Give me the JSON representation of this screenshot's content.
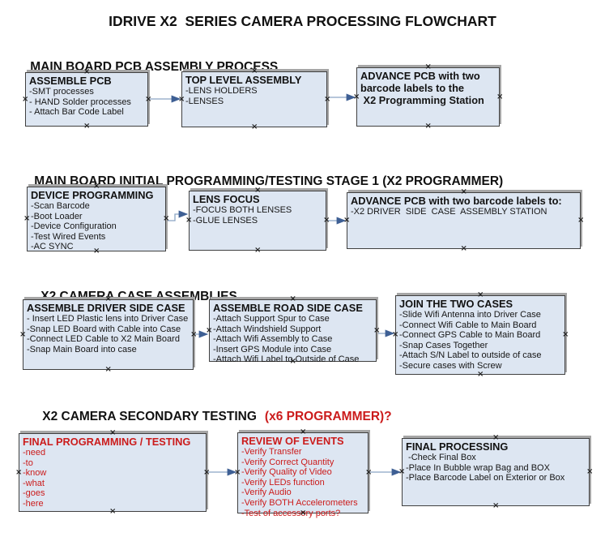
{
  "title": "IDRIVE X2  SERIES CAMERA PROCESSING FLOWCHART",
  "colors": {
    "box_fill": "#dde6f2",
    "box_border": "#404040",
    "arrow_line": "#8aa4c4",
    "arrow_head": "#3e5f94",
    "red_text": "#cb1b1b"
  },
  "sections": [
    {
      "heading": "MAIN BOARD PCB ASSEMBLY PROCESS",
      "boxes": [
        {
          "title": "ASSEMBLE PCB",
          "lines": [
            "-SMT processes",
            "- HAND Solder processes",
            "- Attach Bar Code Label"
          ]
        },
        {
          "title": "TOP LEVEL ASSEMBLY",
          "lines": [
            "-LENS HOLDERS",
            "-LENSES"
          ]
        },
        {
          "title": "ADVANCE PCB with two barcode labels to the",
          "lines": [
            " X2 Programming Station"
          ]
        }
      ]
    },
    {
      "heading": "MAIN BOARD INITIAL PROGRAMMING/TESTING STAGE 1 (X2 PROGRAMMER)",
      "boxes": [
        {
          "title": "DEVICE PROGRAMMING",
          "lines": [
            "-Scan Barcode",
            "-Boot Loader",
            "-Device Configuration",
            "-Test Wired Events",
            "-AC SYNC"
          ]
        },
        {
          "title": "LENS FOCUS",
          "lines": [
            "-FOCUS BOTH LENSES",
            "-GLUE LENSES"
          ]
        },
        {
          "title": "ADVANCE PCB with two barcode labels to:",
          "lines": [
            "-X2 DRIVER  SIDE  CASE  ASSEMBLY STATION"
          ]
        }
      ]
    },
    {
      "heading": "X2 CAMERA CASE ASSEMBLIES",
      "boxes": [
        {
          "title": "ASSEMBLE DRIVER SIDE CASE",
          "lines": [
            "- Insert LED Plastic lens into Driver Case",
            "-Snap LED Board with Cable into Case",
            "-Connect LED Cable to X2 Main Board",
            "-Snap Main Board into case"
          ]
        },
        {
          "title": "ASSEMBLE ROAD SIDE CASE",
          "lines": [
            "-Attach Support Spur to Case",
            "-Attach Windshield Support",
            "-Attach Wifi Assembly to Case",
            "-Insert GPS Module into Case",
            "-Attach Wifi Label to Outside of Case"
          ]
        },
        {
          "title": "JOIN THE TWO CASES",
          "lines": [
            "-Slide Wifi Antenna into Driver Case",
            "-Connect Wifi Cable to Main Board",
            "-Connect GPS Cable to Main Board",
            "-Snap Cases Together",
            "-Attach S/N Label to outside of case",
            "-Secure cases with Screw"
          ]
        }
      ]
    },
    {
      "heading": "X2 CAMERA SECONDARY TESTING",
      "heading_suffix": "(x6 PROGRAMMER)?",
      "boxes": [
        {
          "title": "FINAL PROGRAMMING / TESTING",
          "lines": [
            "-need",
            "-to",
            "-know",
            "-what",
            "-goes",
            "-here"
          ]
        },
        {
          "title": "REVIEW OF EVENTS",
          "lines": [
            "-Verify Transfer",
            "-Verify Correct Quantity",
            "-Verify Quality of Video",
            "-Verify LEDs function",
            "-Verify Audio",
            "-Verify BOTH Accelerometers",
            "-Test of accessory ports?"
          ]
        },
        {
          "title": "FINAL PROCESSING",
          "lines": [
            " -Check Final Box",
            "-Place In Bubble wrap Bag and BOX",
            "-Place Barcode Label on Exterior or Box"
          ]
        }
      ]
    }
  ]
}
